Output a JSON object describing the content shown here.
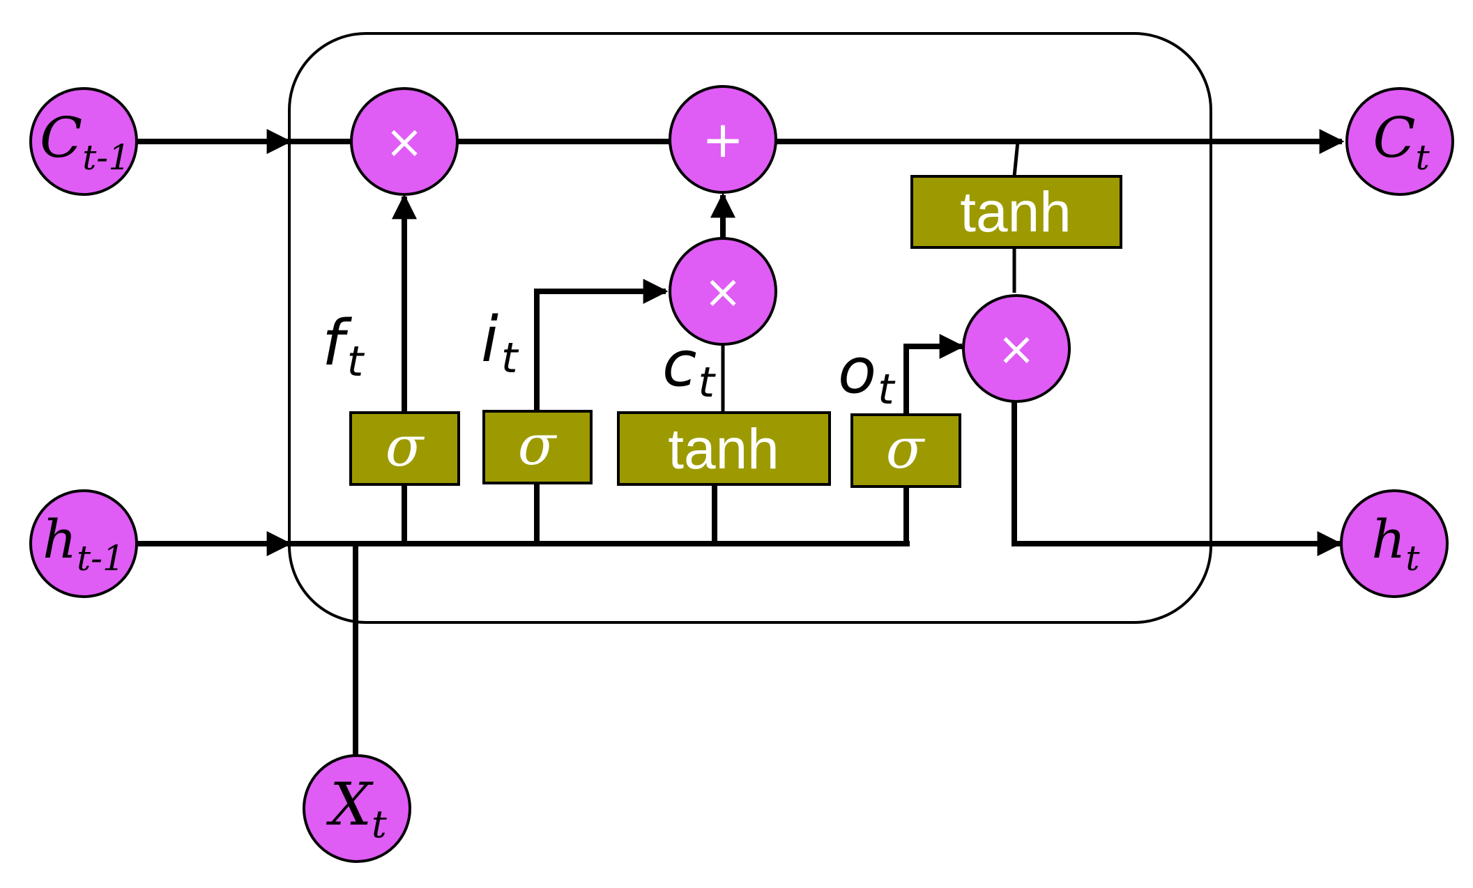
{
  "nodes": {
    "c_prev": {
      "main": "C",
      "sub": "t-1"
    },
    "c_next": {
      "main": "C",
      "sub": "t"
    },
    "h_prev": {
      "main": "h",
      "sub": "t-1"
    },
    "h_next": {
      "main": "h",
      "sub": "t"
    },
    "x_in": {
      "main": "X",
      "sub": "t"
    }
  },
  "operators": {
    "forget_multiply": "×",
    "cell_add": "+",
    "input_multiply": "×",
    "output_multiply": "×"
  },
  "gates": {
    "forget_sigma": "σ",
    "input_sigma": "σ",
    "candidate_tanh": "tanh",
    "output_sigma": "σ",
    "cell_tanh": "tanh"
  },
  "labels": {
    "forget": {
      "main": "f",
      "sub": "t"
    },
    "input": {
      "main": "i",
      "sub": "t"
    },
    "candidate": {
      "main": "c",
      "sub": "t"
    },
    "output": {
      "main": "o",
      "sub": "t"
    }
  },
  "colors": {
    "node_fill": "#df5cf5",
    "gate_fill": "#9c9a00",
    "line": "#000000"
  }
}
